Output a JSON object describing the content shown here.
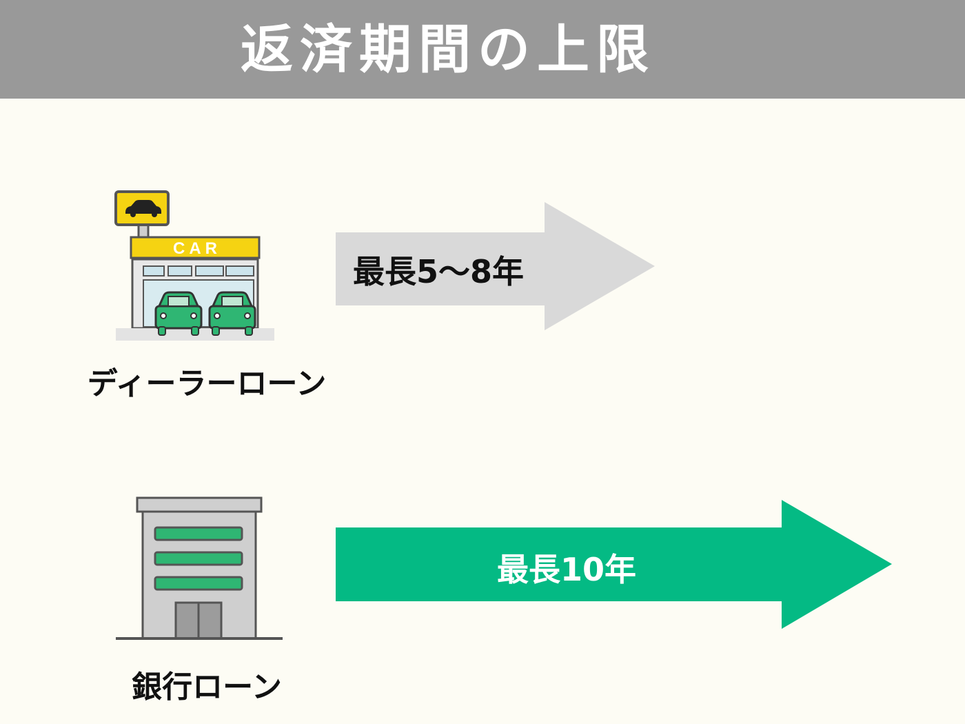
{
  "header": {
    "title": "返済期間の上限"
  },
  "dealer": {
    "sign_text": "CAR",
    "label": "ディーラーローン",
    "arrow_text": "最長5～8年"
  },
  "bank": {
    "label": "銀行ローン",
    "arrow_text": "最長10年"
  },
  "colors": {
    "header_bg": "#999999",
    "page_bg": "#fdfcf4",
    "accent_green": "#04ba84",
    "dealer_arrow": "#d9d9d9",
    "sign_yellow": "#f5d312",
    "car_green": "#2fb673"
  },
  "icons": [
    "car-dealership-icon",
    "bank-building-icon"
  ]
}
